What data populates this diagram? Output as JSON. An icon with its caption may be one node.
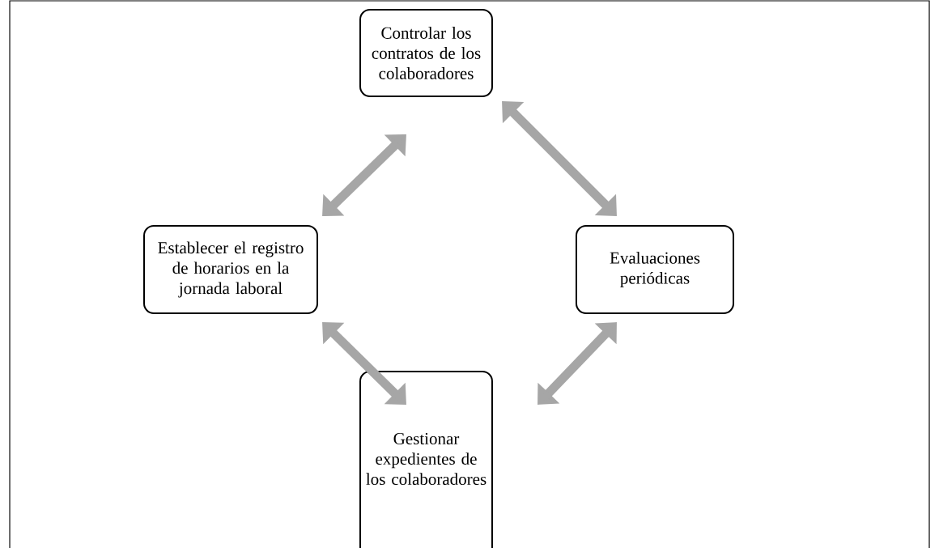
{
  "diagram": {
    "nodes": [
      {
        "text": [
          "Controlar los contratos de los colaboradores"
        ]
      },
      {
        "text": [
          "Establecer el registro de horarios en la jornada laboral"
        ]
      },
      {
        "text": [
          "Evaluaciones periódicas"
        ]
      },
      {
        "text": [
          "Gestionar expedientes de los colaboradores"
        ]
      }
    ],
    "edges": [
      {
        "from": 0,
        "to": 1,
        "arrow": "both"
      },
      {
        "from": 0,
        "to": 2,
        "arrow": "both"
      },
      {
        "from": 1,
        "to": 3,
        "arrow": "both"
      },
      {
        "from": 2,
        "to": 3,
        "arrow": "both"
      }
    ]
  }
}
